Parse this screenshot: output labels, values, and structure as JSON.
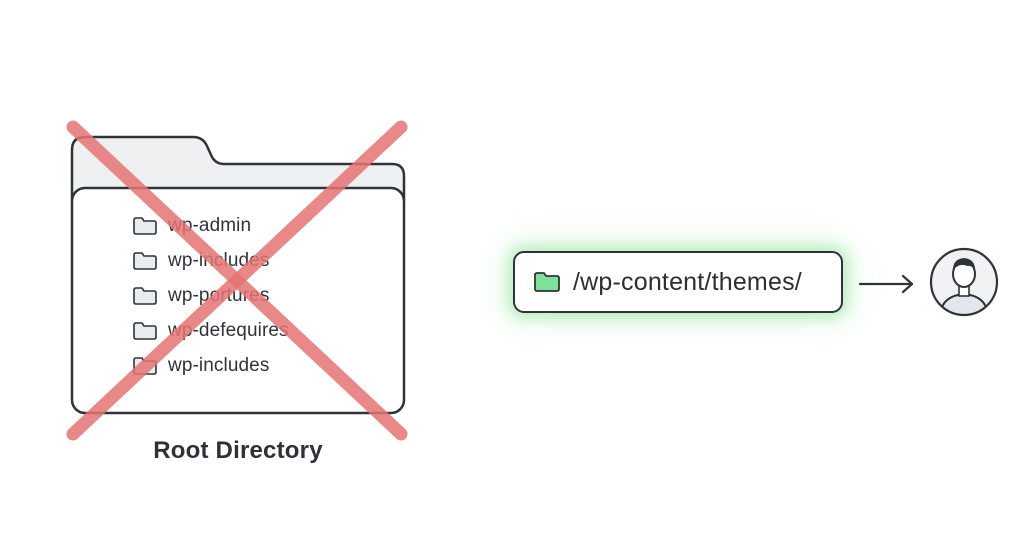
{
  "root_folder": {
    "title": "Root Directory",
    "items": [
      {
        "label": "wp-admin",
        "icon": "folder-icon"
      },
      {
        "label": "wp-includes",
        "icon": "folder-icon"
      },
      {
        "label": "wp-portures",
        "icon": "folder-icon"
      },
      {
        "label": "wp-defequires",
        "icon": "folder-icon"
      },
      {
        "label": "wp-includes",
        "icon": "folder-icon"
      }
    ],
    "crossed_out": true
  },
  "target_path": {
    "label": "/wp-content/themes/",
    "icon": "green-folder-icon"
  },
  "arrow": {
    "icon": "arrow-right-icon"
  },
  "user": {
    "icon": "user-avatar-icon"
  },
  "colors": {
    "cross": "#e57373",
    "outline": "#2f3438",
    "folder_tab_fill": "#eef0f2",
    "folder_icon_fill": "#e9ecef",
    "green_folder_fill": "#7ee09a",
    "glow": "#8fe59c",
    "avatar_bg": "#f0f1f3",
    "avatar_hair": "#2f3438",
    "avatar_skin": "#ffffff"
  }
}
